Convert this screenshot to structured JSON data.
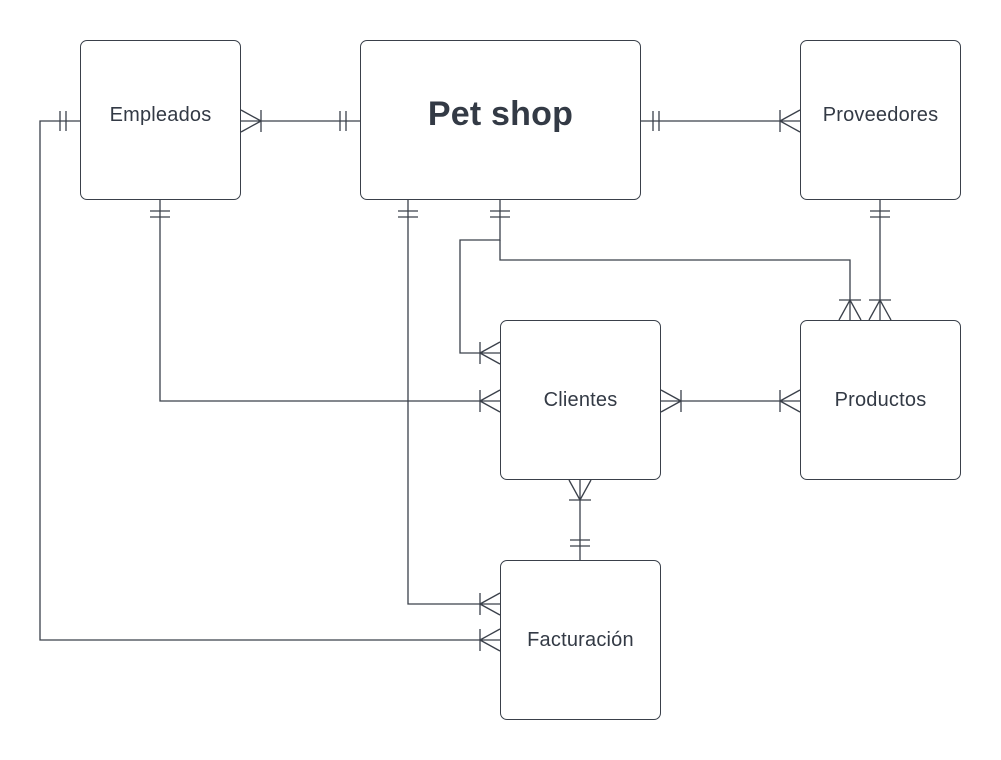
{
  "diagram": {
    "entities": {
      "empleados": "Empleados",
      "petshop": "Pet shop",
      "proveedores": "Proveedores",
      "clientes": "Clientes",
      "productos": "Productos",
      "facturacion": "Facturación"
    },
    "relationships": [
      {
        "from": "Empleados",
        "from_card": "one-to-many-end",
        "to": "Pet shop",
        "to_card": "exactly-one"
      },
      {
        "from": "Pet shop",
        "from_card": "exactly-one",
        "to": "Proveedores",
        "to_card": "many"
      },
      {
        "from": "Pet shop",
        "from_card": "exactly-one",
        "to": "Clientes",
        "to_card": "many"
      },
      {
        "from": "Pet shop",
        "from_card": "exactly-one",
        "to": "Productos",
        "to_card": "many"
      },
      {
        "from": "Proveedores",
        "from_card": "exactly-one",
        "to": "Productos",
        "to_card": "many"
      },
      {
        "from": "Empleados",
        "from_card": "exactly-one",
        "to": "Clientes",
        "to_card": "many"
      },
      {
        "from": "Productos",
        "from_card": "many",
        "to": "Clientes",
        "to_card": "many"
      },
      {
        "from": "Facturación",
        "from_card": "exactly-one",
        "to": "Clientes",
        "to_card": "many"
      },
      {
        "from": "Pet shop",
        "from_card": "exactly-one",
        "to": "Facturación",
        "to_card": "many"
      },
      {
        "from": "Empleados",
        "from_card": "exactly-one",
        "to": "Facturación",
        "to_card": "many"
      }
    ],
    "line_color": "#3a404a",
    "text_color": "#333a45"
  }
}
